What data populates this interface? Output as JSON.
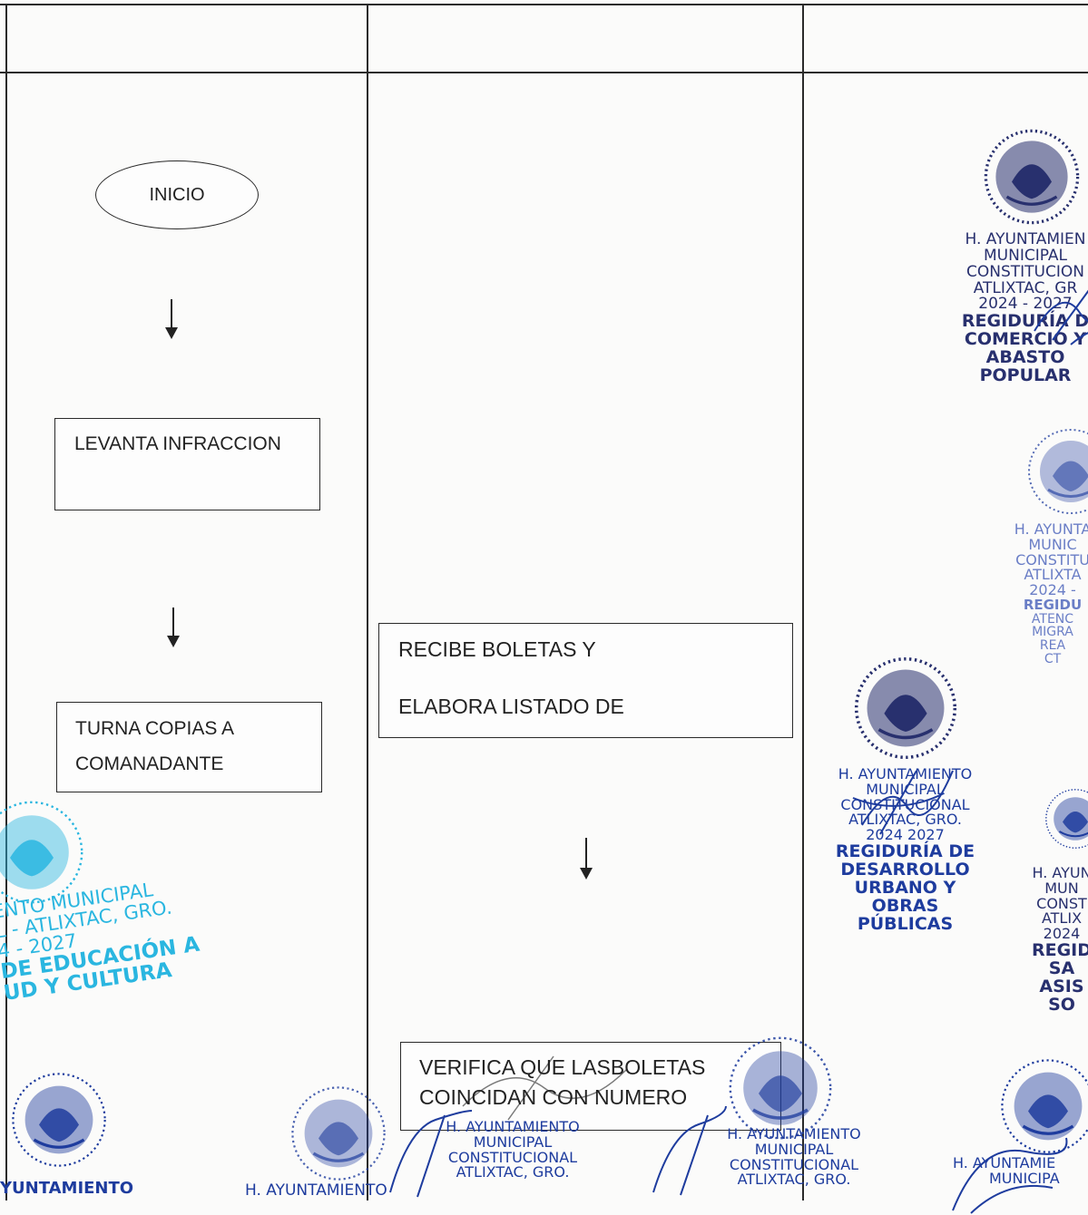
{
  "flowchart": {
    "start_label": "INICIO",
    "step1": "LEVANTA INFRACCION",
    "step2_line1": "TURNA COPIAS A",
    "step2_line2": "COMANADANTE",
    "step3_line1": "RECIBE BOLETAS Y",
    "step3_line2": "ELABORA LISTADO DE",
    "step4_line1": "VERIFICA QUE LASBOLETAS",
    "step4_line2": "COINCIDAN CON NUMERO"
  },
  "stamps": {
    "comercio": {
      "line1": "H. AYUNTAMIEN",
      "line2": "MUNICIPAL",
      "line3": "CONSTITUCION",
      "line4": "ATLIXTAC, GR",
      "line5": "2024 - 2027",
      "line6": "REGIDURÍA D",
      "line7": "COMERCIO Y",
      "line8": "ABASTO",
      "line9": "POPULAR"
    },
    "atencion": {
      "line1": "H. AYUNTA",
      "line2": "MUNIC",
      "line3": "CONSTITU",
      "line4": "ATLIXTA",
      "line5": "2024 -",
      "line6": "REGIDU",
      "line7": "ATENC",
      "line8": "MIGRA",
      "line9": "REA",
      "line10": "CT"
    },
    "desarrollo": {
      "line1": "H. AYUNTAMIENTO",
      "line2": "MUNICIPAL",
      "line3": "CONSTITUCIONAL",
      "line4": "ATLIXTAC, GRO.",
      "line5": "2024  2027",
      "line6": "REGIDURÍA DE",
      "line7": "DESARROLLO",
      "line8": "URBANO Y",
      "line9": "OBRAS",
      "line10": "PÚBLICAS"
    },
    "salud": {
      "line1": "H. AYUN",
      "line2": "MUN",
      "line3": "CONST",
      "line4": "ATLIX",
      "line5": "2024",
      "line6": "REGID",
      "line7": "SA",
      "line8": "ASIS",
      "line9": "SO"
    },
    "educacion": {
      "line1": "ENTO MUNICIPAL",
      "line2": "L - ATLIXTAC, GRO.",
      "line3": "4 - 2027",
      "line4": "DE EDUCACIÓN A",
      "line5": "UD Y CULTURA"
    },
    "bottom_left": "YUNTAMIENTO",
    "bottom_mid_left": "H. AYUNTAMIENTO",
    "bottom_center": {
      "line1": "H. AYUNTAMIENTO",
      "line2": "MUNICIPAL",
      "line3": "CONSTITUCIONAL",
      "line4": "ATLIXTAC, GRO."
    },
    "bottom_mid_right": {
      "line1": "H. AYUNTAMIENTO",
      "line2": "MUNICIPAL",
      "line3": "CONSTITUCIONAL",
      "line4": "ATLIXTAC, GRO."
    },
    "bottom_right": {
      "line1": "H. AYUNTAMIE",
      "line2": "MUNICIPA"
    }
  }
}
